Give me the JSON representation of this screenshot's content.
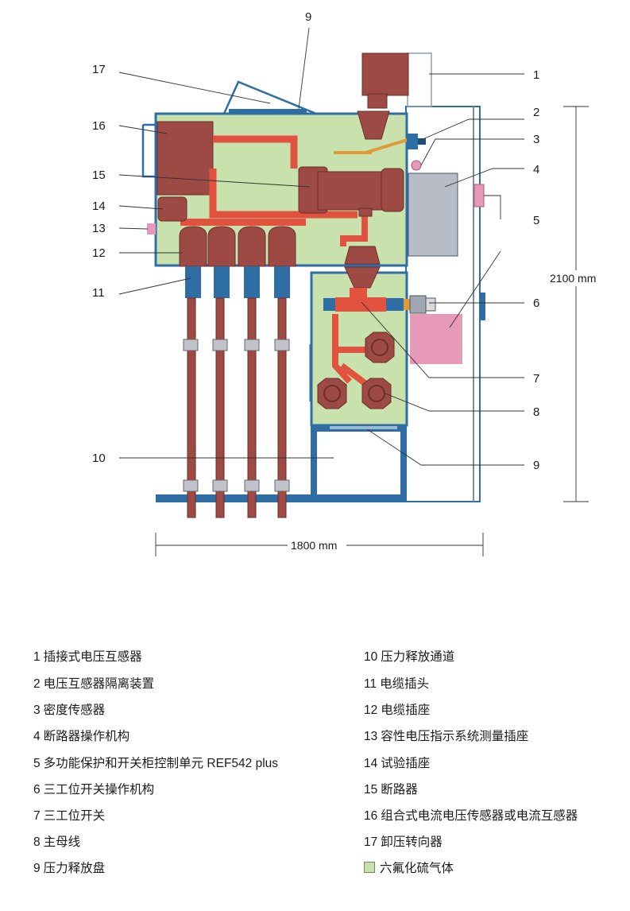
{
  "callouts": {
    "c1": "1",
    "c2": "2",
    "c3": "3",
    "c4": "4",
    "c5": "5",
    "c6": "6",
    "c7": "7",
    "c8": "8",
    "c9_bottom": "9",
    "c9_top": "9",
    "c10": "10",
    "c11": "11",
    "c12": "12",
    "c13": "13",
    "c14": "14",
    "c15": "15",
    "c16": "16",
    "c17": "17"
  },
  "dimensions": {
    "height": "2100 mm",
    "width": "1800 mm"
  },
  "legend": {
    "left": [
      {
        "num": "1",
        "text": "插接式电压互感器"
      },
      {
        "num": "2",
        "text": "电压互感器隔离装置"
      },
      {
        "num": "3",
        "text": "密度传感器"
      },
      {
        "num": "4",
        "text": "断路器操作机构"
      },
      {
        "num": "5",
        "text": "多功能保护和开关柜控制单元 REF542 plus"
      },
      {
        "num": "6",
        "text": "三工位开关操作机构"
      },
      {
        "num": "7",
        "text": "三工位开关"
      },
      {
        "num": "8",
        "text": "主母线"
      },
      {
        "num": "9",
        "text": "压力释放盘"
      }
    ],
    "right": [
      {
        "num": "10",
        "text": "压力释放通道"
      },
      {
        "num": "11",
        "text": "电缆插头"
      },
      {
        "num": "12",
        "text": "电缆插座"
      },
      {
        "num": "13",
        "text": "容性电压指示系统测量插座"
      },
      {
        "num": "14",
        "text": "试验插座"
      },
      {
        "num": "15",
        "text": "断路器"
      },
      {
        "num": "16",
        "text": "组合式电流电压传感器或电流互感器"
      },
      {
        "num": "17",
        "text": "卸压转向器"
      }
    ],
    "gas_label": "六氟化硫气体"
  },
  "colors": {
    "gas": "#c9e2ad",
    "frame": "#2f6ea5",
    "component": "#9e4a44",
    "conductor": "#e2533f",
    "relay": "#e79ab8",
    "mechanism": "#b7bcc6"
  }
}
